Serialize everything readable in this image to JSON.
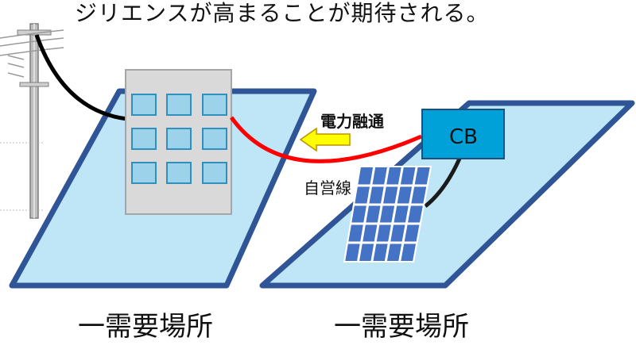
{
  "caption": "ジリエンスが高まることが期待される。",
  "diagram": {
    "flow_label": "電力融通",
    "private_line_label": "自営線",
    "cb_label": "CB",
    "site_labels": [
      "一需要場所",
      "一需要場所"
    ]
  },
  "colors": {
    "ground_fill": "#bfe6f7",
    "ground_stroke": "#2f5597",
    "building_fill": "#d9d9d9",
    "window_fill": "#9dd3ea",
    "cable_red": "#ff0000",
    "cable_black": "#000000",
    "arrow_fill": "#ffff00",
    "cb_fill": "#00a0d8",
    "panel_fill": "#4472c4"
  }
}
